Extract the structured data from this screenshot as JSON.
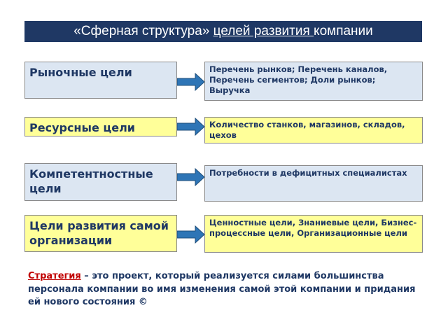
{
  "title": {
    "part1": "«Сферная структура» ",
    "part2": "целей развития ",
    "part3": "компании"
  },
  "rows": [
    {
      "left": "Рыночные цели",
      "right": "Перечень рынков; Перечень каналов, Перечень сегментов; Доли рынков; Выручка"
    },
    {
      "left": "Ресурсные цели",
      "right": "Количество станков, магазинов, складов, цехов"
    },
    {
      "left": "Компетентностные цели",
      "right": "Потребности в дефицитных специалистах"
    },
    {
      "left": "Цели развития самой организации",
      "right": "Ценностные цели, Знаниевые цели, Бизнес-процессные цели, Организационные цели"
    }
  ],
  "footnote": {
    "term": "Стратегия",
    "text": " – это проект, который реализуется силами большинства персонала компании во имя изменения самой этой компании и придания ей нового состояния ©"
  },
  "colors": {
    "title_bg": "#1f3864",
    "blue_box": "#dce6f2",
    "yellow_box": "#ffff99",
    "arrow": "#2e75b6",
    "term": "#c00000"
  }
}
